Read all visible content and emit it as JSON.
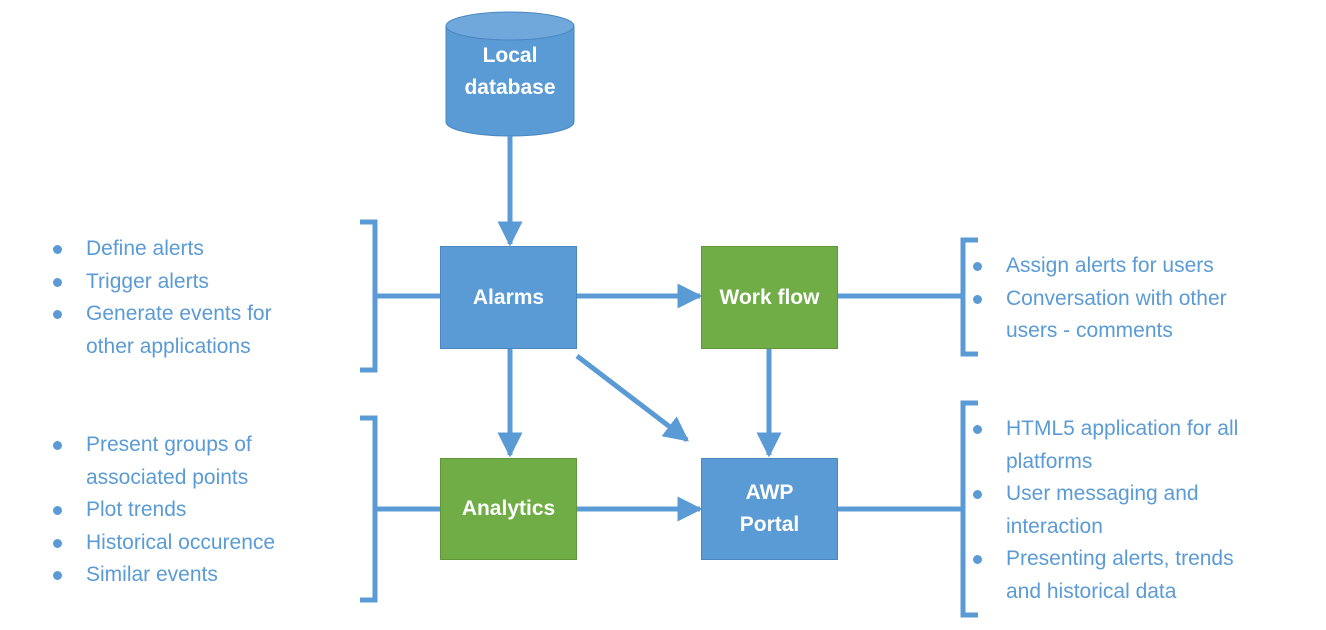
{
  "nodes": {
    "local_database": {
      "label_line1": "Local",
      "label_line2": "database"
    },
    "alarms": {
      "label": "Alarms"
    },
    "workflow": {
      "label": "Work flow"
    },
    "analytics": {
      "label": "Analytics"
    },
    "awp_portal": {
      "label_line1": "AWP",
      "label_line2": "Portal"
    }
  },
  "notes": {
    "alarms": [
      "Define alerts",
      "Trigger alerts",
      "Generate events for",
      "other applications"
    ],
    "workflow": [
      "Assign alerts for users",
      "Conversation with other",
      "users - comments"
    ],
    "analytics": [
      "Present groups of",
      "associated points",
      "Plot trends",
      "Historical occurence",
      "Similar events"
    ],
    "portal": [
      "HTML5 application for all",
      "platforms",
      "User messaging and",
      "interaction",
      "Presenting alerts, trends",
      "and historical data"
    ]
  },
  "colors": {
    "blue": "#5b9bd5",
    "green": "#70ad47",
    "text": "#ffffff"
  }
}
